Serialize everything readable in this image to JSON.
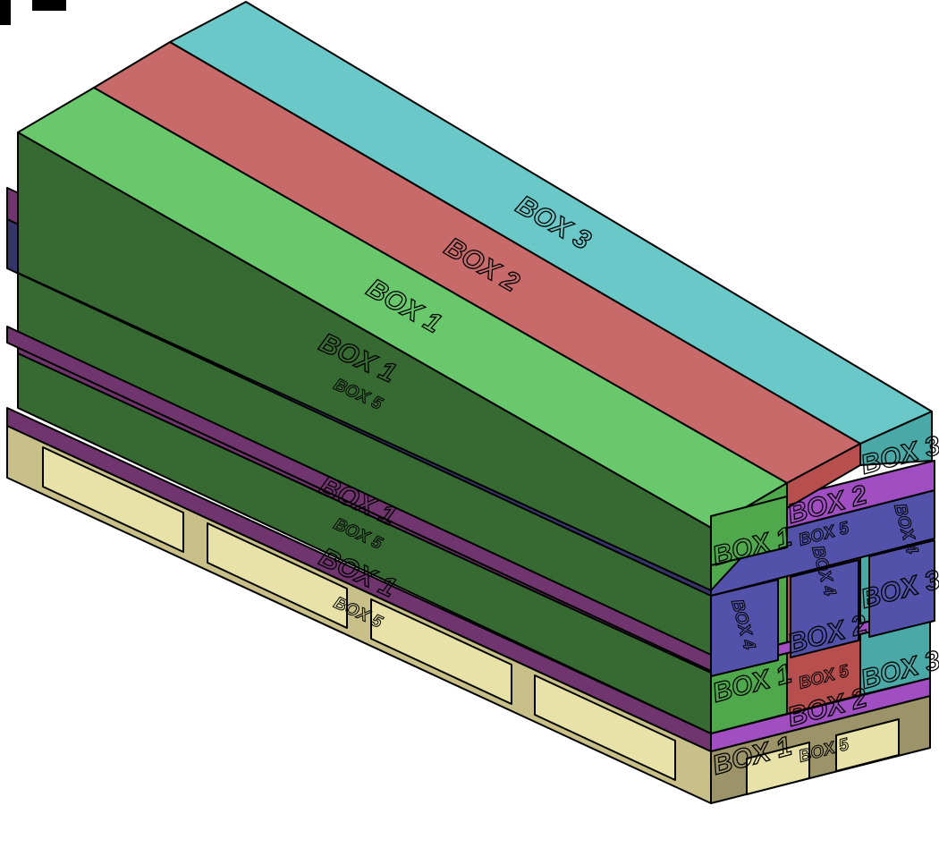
{
  "colors": {
    "box1_top": "#6ac86c",
    "box1_side": "#376a32",
    "box1_end": "#4fa84c",
    "box2_top": "#c86a6a",
    "box2_end": "#b84f4f",
    "box3_top": "#6ac8c8",
    "box3_end": "#4aa8a6",
    "box4_side": "#35356a",
    "box4_end": "#5252aa",
    "box5_side": "#70356e",
    "box5_top": "#8c4a8a",
    "box5_end": "#a04ec2",
    "pallet_top": "#e8e2a8",
    "pallet_side": "#c8c088",
    "pallet_dark": "#9c9468"
  },
  "labels": {
    "box1": "BOX 1",
    "box2": "BOX 2",
    "box3": "BOX 3",
    "box4": "BOX 4",
    "box5": "BOX 5"
  }
}
